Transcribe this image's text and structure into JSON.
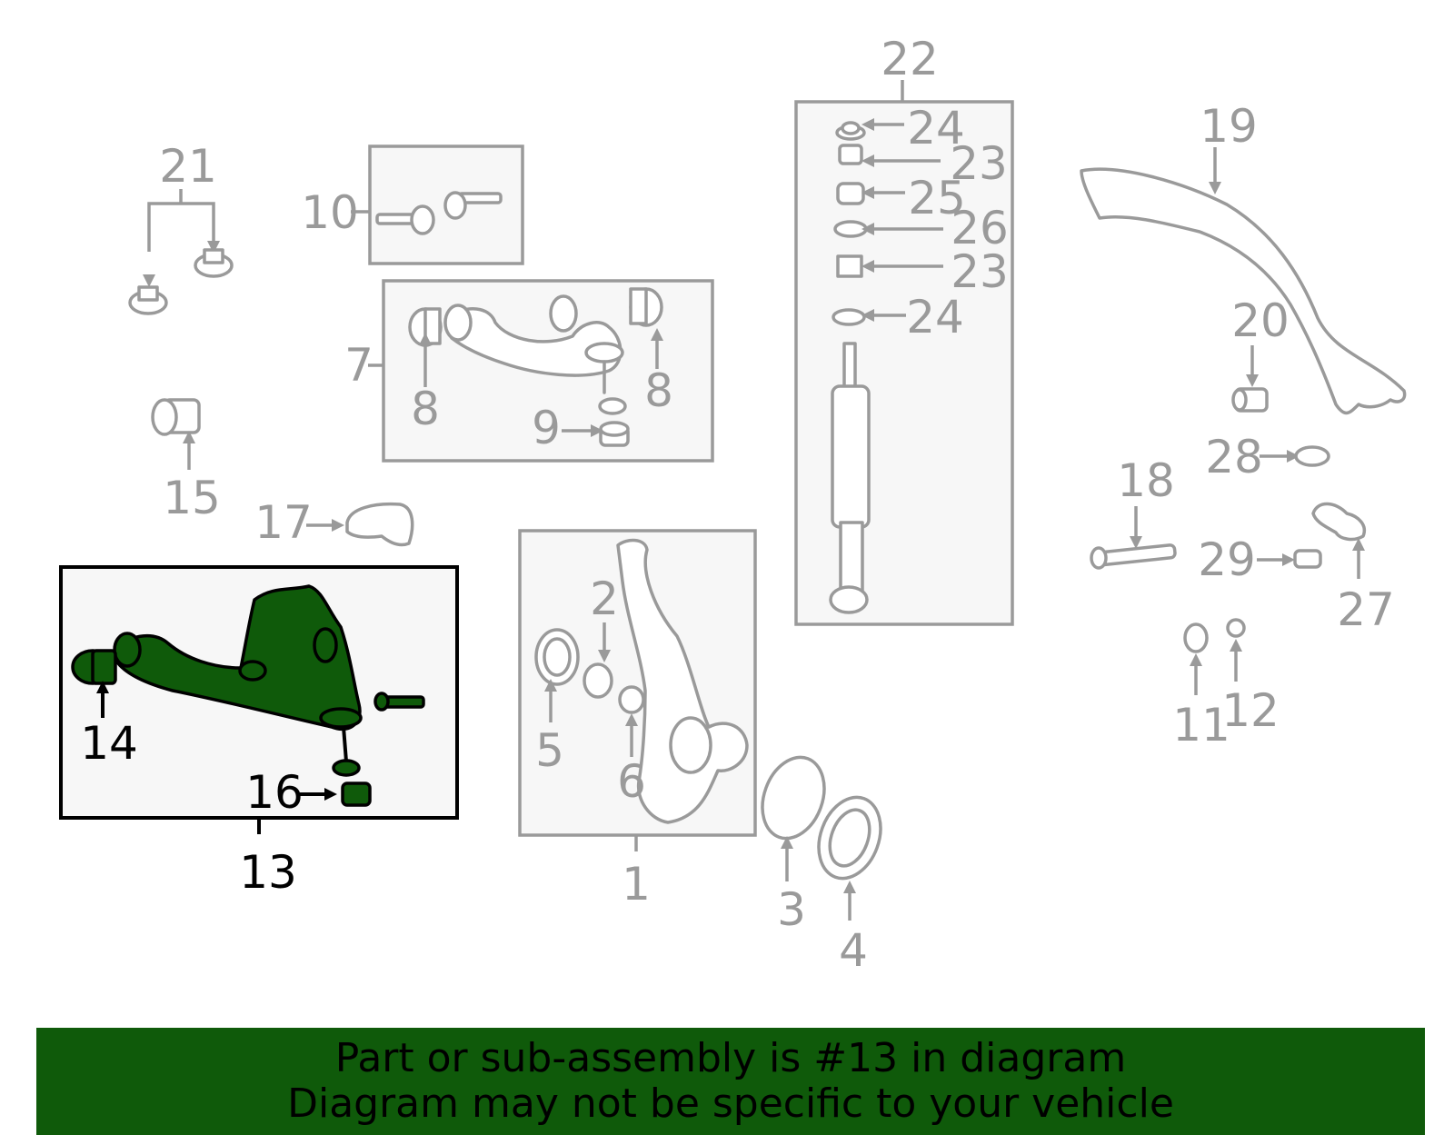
{
  "banner": {
    "line1": "Part or sub-assembly is #13 in diagram",
    "line2": "Diagram may not be specific to your vehicle",
    "color": "#0f5a0a"
  },
  "highlight_color": "#0f5a0a",
  "callouts": {
    "c1": "1",
    "c2": "2",
    "c3": "3",
    "c4": "4",
    "c5": "5",
    "c6": "6",
    "c7": "7",
    "c8a": "8",
    "c8b": "8",
    "c9": "9",
    "c10": "10",
    "c11": "11",
    "c12": "12",
    "c13": "13",
    "c14": "14",
    "c15": "15",
    "c16": "16",
    "c17": "17",
    "c18": "18",
    "c19": "19",
    "c20": "20",
    "c21": "21",
    "c22": "22",
    "c23a": "23",
    "c23b": "23",
    "c24a": "24",
    "c24b": "24",
    "c25": "25",
    "c26": "26",
    "c27": "27",
    "c28": "28",
    "c29": "29"
  }
}
